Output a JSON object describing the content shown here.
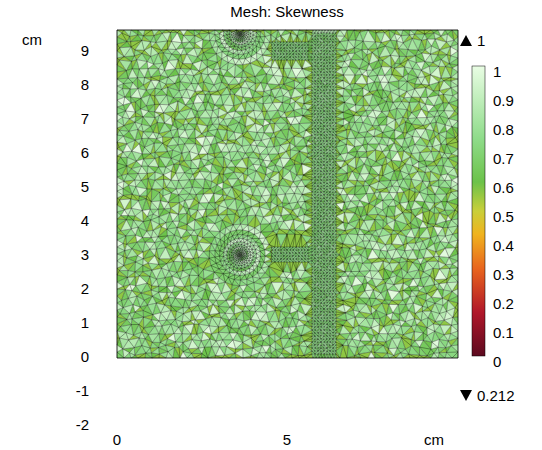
{
  "diagram": {
    "title": "Mesh: Skewness",
    "labels": [
      "cm",
      "9",
      "8",
      "7",
      "6",
      "5",
      "4",
      "3",
      "2",
      "1",
      "0",
      "-1",
      "-2",
      "0",
      "5",
      "cm",
      "1",
      "1",
      "0.9",
      "0.8",
      "0.7",
      "0.6",
      "0.5",
      "0.4",
      "0.3",
      "0.2",
      "0.1",
      "0",
      "0.212"
    ]
  }
}
